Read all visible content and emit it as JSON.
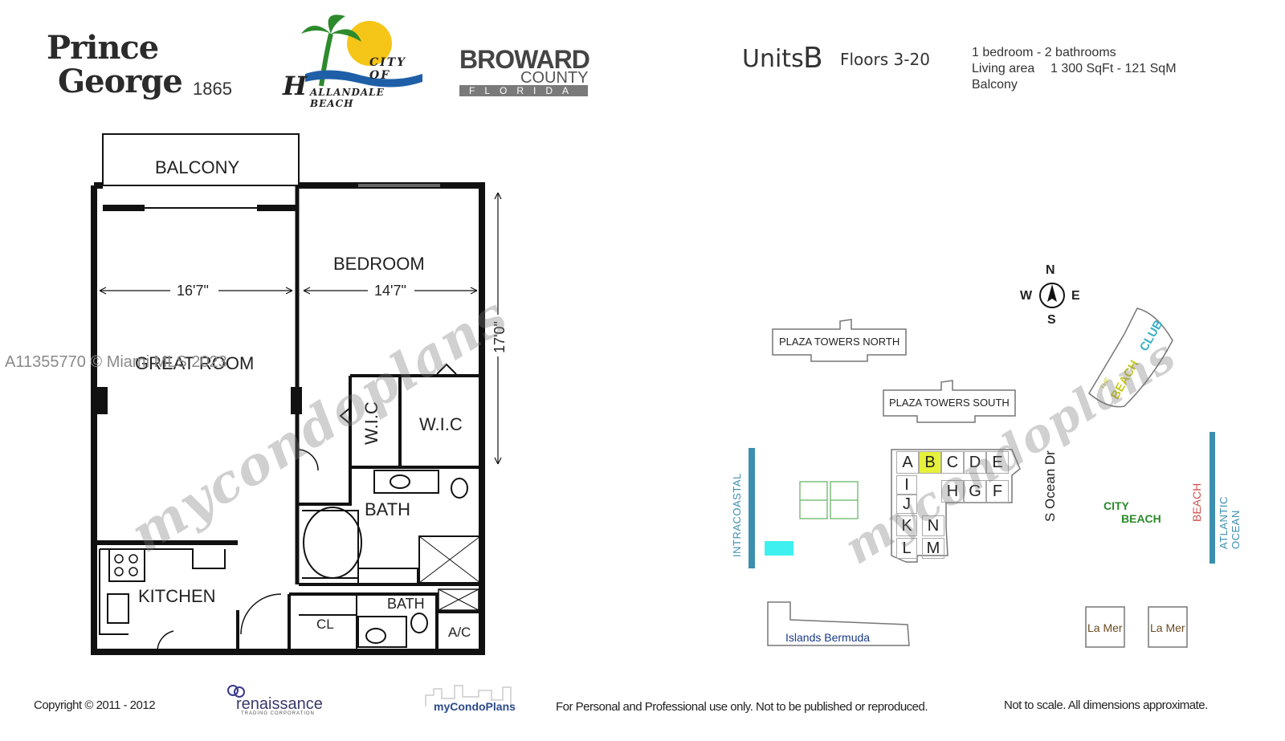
{
  "header": {
    "brand_line1": "Prince",
    "brand_line2": "George",
    "brand_year": "1865",
    "city_logo": {
      "text_city_of": "CITY OF",
      "text_h": "H",
      "text_name": "ALLANDALE BEACH"
    },
    "county_logo": {
      "line1": "BROWARD",
      "line2": "COUNTY",
      "line3": "FLORIDA"
    },
    "units_label": "Units",
    "unit_letter": "B",
    "floors": "Floors 3-20",
    "spec_bedrooms": "1 bedroom - 2 bathrooms",
    "spec_area_label": "Living area",
    "spec_area_value": "1 300 SqFt - 121 SqM",
    "spec_extra": "Balcony"
  },
  "floorplan": {
    "rooms": {
      "balcony": "BALCONY",
      "bedroom": "BEDROOM",
      "great_room": "GREAT ROOM",
      "wic_left": "W.I.C",
      "wic_right": "W.I.C",
      "bath_main": "BATH",
      "kitchen": "KITCHEN",
      "bath_small": "BATH",
      "closet": "CL",
      "ac": "A/C"
    },
    "dimensions": {
      "great_room_width": "16'7\"",
      "bedroom_width": "14'7\"",
      "depth": "17'0\""
    }
  },
  "siteplan": {
    "compass": {
      "n": "N",
      "s": "S",
      "e": "E",
      "w": "W"
    },
    "buildings": {
      "plaza_north": "PLAZA TOWERS NORTH",
      "plaza_south": "PLAZA TOWERS SOUTH",
      "islands": "Islands Bermuda",
      "lamer1": "La Mer",
      "lamer2": "La Mer",
      "beach_club_the": "THE",
      "beach_club_beach": "BEACH",
      "beach_club_club": "CLUB"
    },
    "units_row1": [
      "A",
      "B",
      "C",
      "D",
      "E"
    ],
    "units_row2_left": [
      "I",
      "J",
      "K",
      "L"
    ],
    "units_row2_right": [
      "H",
      "G",
      "F"
    ],
    "units_mid": [
      "N",
      "M"
    ],
    "highlight_unit": "B",
    "labels": {
      "intracoastal": "INTRACOASTAL",
      "street": "S Ocean Dr",
      "city": "CITY",
      "beach": "BEACH",
      "beach_vertical": "BEACH",
      "atlantic": "ATLANTIC OCEAN"
    },
    "colors": {
      "highlight": "#e6f23a",
      "water": "#3d8fb0",
      "pool": "#3ef0f0",
      "city_green": "#2a8a2a",
      "beach_red": "#d05050"
    }
  },
  "watermarks": {
    "mls": "A11355770 © Miami MLS 2023",
    "script": "mycondoplans"
  },
  "footer": {
    "copyright": "Copyright © 2011 - 2012",
    "renaissance": "renaissance",
    "renaissance_sub": "TRADING CORPORATION",
    "mycondoplans": "myCondoPlans",
    "usage": "For Personal and Professional use only.  Not to be published or reproduced.",
    "scale": "Not to scale.  All dimensions approximate."
  }
}
